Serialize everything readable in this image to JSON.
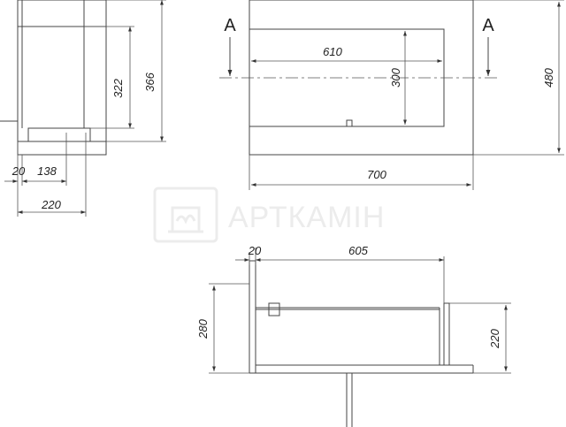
{
  "watermark": {
    "text": "АРТКАМІН",
    "icon": "fireplace-logo-icon"
  },
  "side_view": {
    "dims": {
      "h_inner": "322",
      "h_outer": "366",
      "w_20": "20",
      "w_138": "138",
      "w_total": "220"
    }
  },
  "front_view": {
    "dims": {
      "opening_w": "610",
      "opening_h": "300",
      "total_w": "700",
      "total_h": "480"
    },
    "section_label_left": "A",
    "section_label_right": "A"
  },
  "section_view": {
    "dims": {
      "w_20": "20",
      "w_605": "605",
      "h_280": "280",
      "h_220": "220"
    }
  },
  "colors": {
    "line": "#444444",
    "text": "#222222",
    "watermark": "#ececec"
  }
}
